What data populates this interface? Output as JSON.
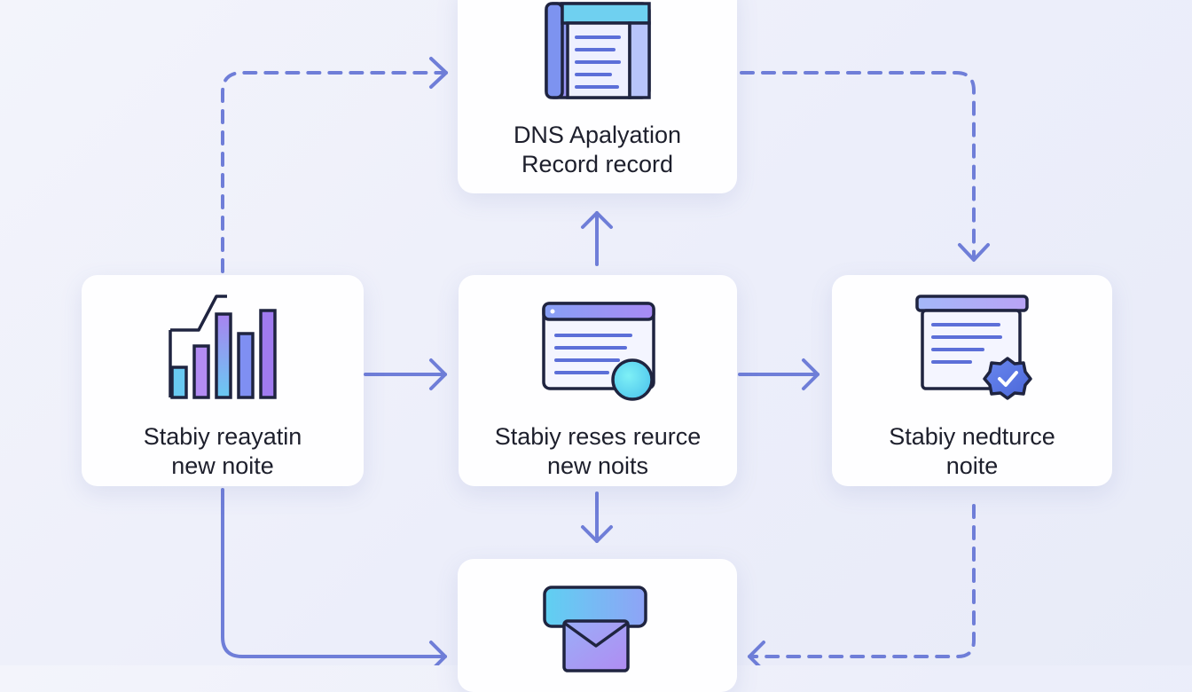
{
  "colors": {
    "connector": "#6f7ed8",
    "icon_stroke": "#1f2440",
    "accent_purple": "#a27cf0",
    "accent_blue": "#7e90f2",
    "accent_cyan": "#5fd6f2",
    "card_bg": "#ffffff"
  },
  "nodes": {
    "dns": {
      "icon": "document-icon",
      "line1": "DNS Apalyation",
      "line2": "Record record"
    },
    "left": {
      "icon": "bar-chart-icon",
      "line1": "Stabiy reayatin",
      "line2": "new noite"
    },
    "middle": {
      "icon": "browser-window-icon",
      "line1": "Stabiy reses reurce",
      "line2": "new noits"
    },
    "right": {
      "icon": "verified-document-icon",
      "line1": "Stabiy nedturce",
      "line2": "noite"
    },
    "bottom": {
      "icon": "mail-tray-icon"
    }
  }
}
